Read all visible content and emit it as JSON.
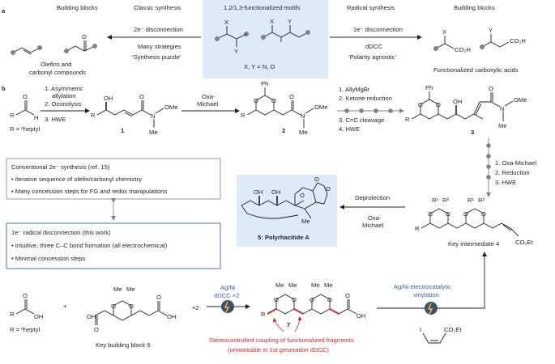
{
  "panel_a": {
    "label": "a",
    "left_title": "Building blocks",
    "classic_title": "Classic synthesis",
    "motif_title": "1,2/1,3-functionalized motifs",
    "radical_title": "Radical synthesis",
    "right_title": "Building blocks",
    "two_e": "2e⁻ disconnection",
    "many_strategies": "Many strategies",
    "synthesis_puzzle": "‘Synthesis puzzle’",
    "one_e": "1e⁻ disconnection",
    "ddcc": "dDCC",
    "polarity": "‘Polarity agnostic’",
    "xy_note": "X, Y = N, O",
    "olefins_line1": "Olefins and",
    "olefins_line2": "carbonyl compounds",
    "func_acids": "Functionalized carboxylic acids",
    "atom_x": "X",
    "atom_y": "Y",
    "atom_o": "O",
    "co2h": "CO₂H"
  },
  "panel_b": {
    "label": "b",
    "step1": [
      "1. Asymmetric",
      "allylation",
      "2. Ozonolysis",
      "3. HWE"
    ],
    "r_heptyl": "R = ⁿheptyl",
    "oxa_michael": [
      "Oxa-",
      "Michael"
    ],
    "step3": [
      "1. AllyMgBr",
      "2. Ketone reduction",
      "3. C=C cleavage",
      "4. HWE"
    ],
    "step4": [
      "1. Oxa-Michael",
      "2. Reduction",
      "3. HWE"
    ],
    "cpd1": "1",
    "cpd2": "2",
    "cpd3": "3",
    "conv_box": {
      "title": "Conventional 2e⁻ synthesis (ref. 15)",
      "bullet1": "• Iterative sequence of olefin/carbonyl chemistry",
      "bullet2": "• Many concession steps for FG and redox manipulations"
    },
    "rad_box": {
      "title": "1e⁻ radical disconnection (this work)",
      "bullet1": "• Intuitive, three C–C bond formation (all electrochemical)",
      "bullet2": "• Minimal concession steps"
    },
    "polyrhacitide": "5: Polyrhacitide A",
    "deprotection": "Deprotection",
    "oxa_michael2": [
      "Oxa-",
      "Michael"
    ],
    "key_int": "Key intermediate 4",
    "key_bb": "Key building block 6",
    "agni1": [
      "Ag/Ni",
      "dDCC ×2"
    ],
    "times2": "×2",
    "agni2": "Ag/Ni electrocatalytic",
    "vinylation": "vinylation",
    "cpd7": "7",
    "stereo1": "Stereocontrolled coupling of functionalized fragments",
    "stereo2": "(unworkable in 1st generation dDCC)",
    "r_heptyl2": "R = ⁿheptyl",
    "atoms": {
      "O": "O",
      "OH": "OH",
      "H": "H",
      "R": "R",
      "N": "N",
      "OMe": "OMe",
      "Me": "Me",
      "Ph": "Ph",
      "OH2": "OH",
      "R1": "R¹",
      "R2": "R²",
      "co2et": "CO₂Et",
      "I": "I",
      "Mee": "Me"
    }
  }
}
